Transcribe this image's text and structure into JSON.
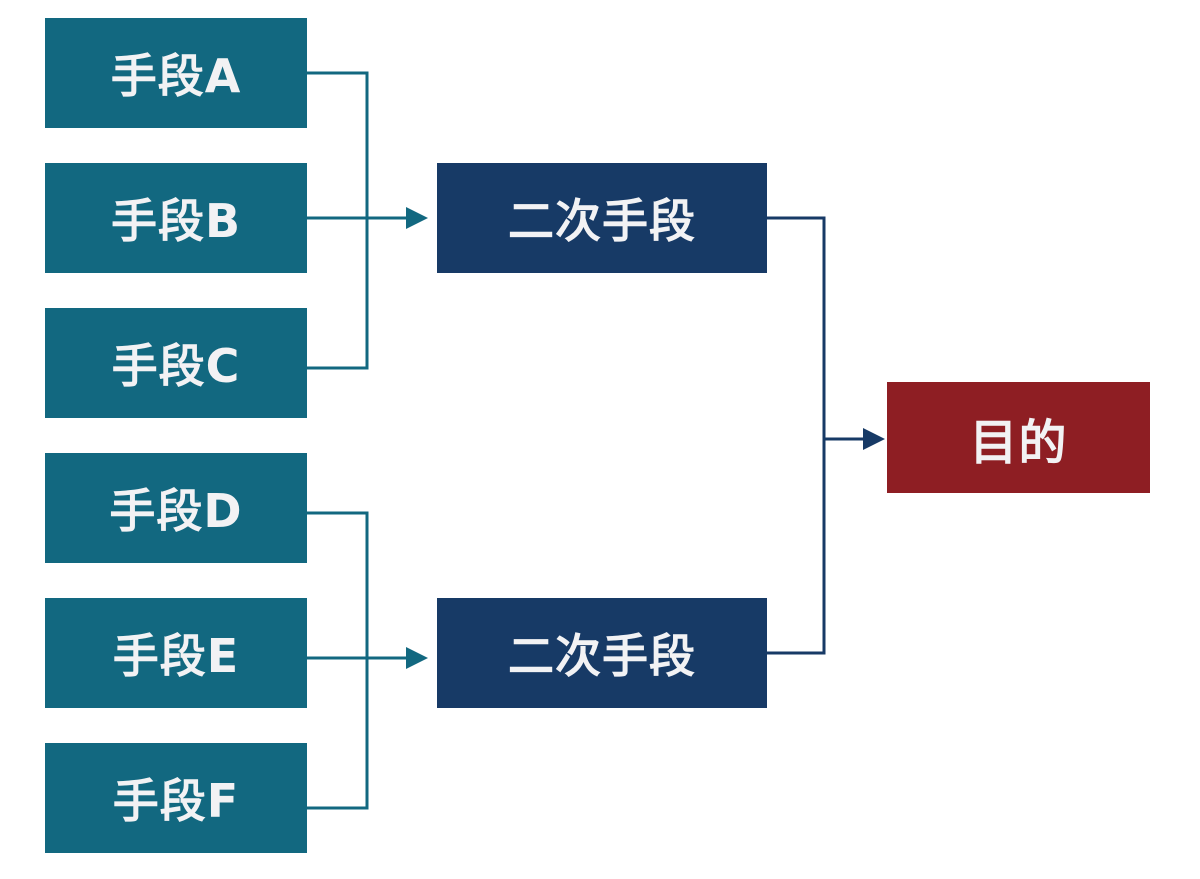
{
  "diagram": {
    "type": "means-end tree",
    "colors": {
      "means_box": "#126880",
      "secondary_box": "#173a66",
      "goal_box": "#8e1e23",
      "means_connector": "#126880",
      "secondary_connector": "#173a66",
      "text": "#f2f2f4"
    },
    "means": [
      {
        "id": "A",
        "label": "手段A"
      },
      {
        "id": "B",
        "label": "手段B"
      },
      {
        "id": "C",
        "label": "手段C"
      },
      {
        "id": "D",
        "label": "手段D"
      },
      {
        "id": "E",
        "label": "手段E"
      },
      {
        "id": "F",
        "label": "手段F"
      }
    ],
    "secondary": [
      {
        "label": "二次手段",
        "inputs": [
          "A",
          "B",
          "C"
        ]
      },
      {
        "label": "二次手段",
        "inputs": [
          "D",
          "E",
          "F"
        ]
      }
    ],
    "goal": {
      "label": "目的"
    }
  }
}
